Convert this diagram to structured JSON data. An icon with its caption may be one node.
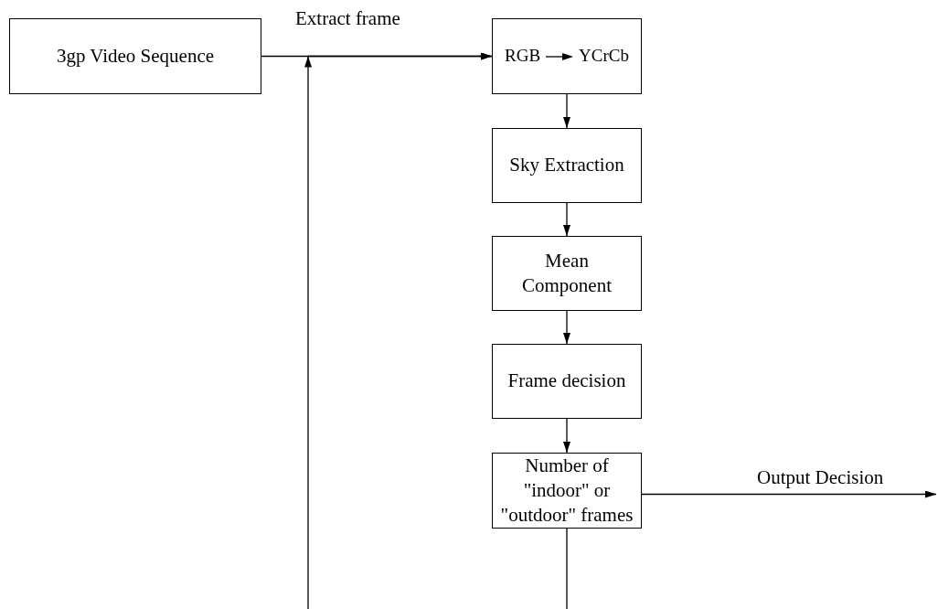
{
  "diagram": {
    "nodes": [
      {
        "text": [
          "3gp Video Sequence"
        ]
      },
      {
        "text": [
          "RGB",
          "YCrCb"
        ]
      },
      {
        "text": [
          "Sky Extraction"
        ]
      },
      {
        "text": [
          "Mean Component"
        ]
      },
      {
        "text": [
          "Frame decision"
        ]
      },
      {
        "text": [
          "Number of \"indoor\" or \"outdoor\" frames"
        ]
      }
    ],
    "edges": [
      {
        "from": 0,
        "to": 1,
        "arrow": "to",
        "label": "Extract frame"
      },
      {
        "from": 1,
        "to": 2,
        "arrow": "to"
      },
      {
        "from": 2,
        "to": 3,
        "arrow": "to"
      },
      {
        "from": 3,
        "to": 4,
        "arrow": "to"
      },
      {
        "from": 4,
        "to": 5,
        "arrow": "to"
      },
      {
        "from": 5,
        "to": null,
        "arrow": "to",
        "label": "Output Decision"
      },
      {
        "from": 5,
        "to": 1,
        "arrow": "to"
      }
    ]
  }
}
